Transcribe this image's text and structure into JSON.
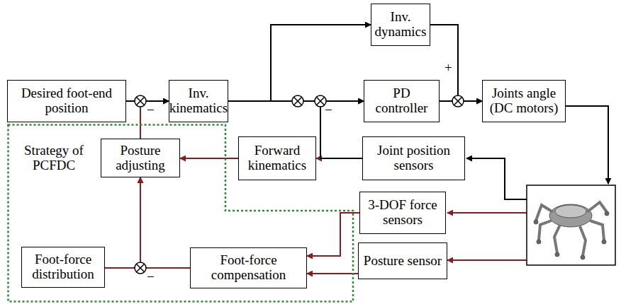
{
  "diagram": {
    "nodes": [
      {
        "text": [
          "Inv. dynamics"
        ]
      },
      {
        "text": [
          "Desired foot-end position"
        ]
      },
      {
        "text": [
          "Inv. kinematics"
        ]
      },
      {
        "text": [
          "PD controller"
        ]
      },
      {
        "text": [
          "Joints angle (DC motors)"
        ]
      },
      {
        "text": [
          "Strategy of PCFDC"
        ]
      },
      {
        "text": [
          "Posture adjusting"
        ],
        "in": 5
      },
      {
        "text": [
          "Forward kinematics"
        ]
      },
      {
        "text": [
          "Joint position sensors"
        ]
      },
      {
        "text": [
          "3-DOF force sensors"
        ]
      },
      {
        "text": [
          "Foot-force distribution"
        ],
        "in": 5
      },
      {
        "text": [
          "Foot-force compensation"
        ],
        "in": 5
      },
      {
        "text": [
          "Posture sensor"
        ]
      }
    ],
    "edges": [
      {
        "from": 1,
        "to": 2,
        "arrow": "to"
      },
      {
        "from": 6,
        "to": 2,
        "arrow": "to"
      },
      {
        "from": 2,
        "to": 3,
        "arrow": "to"
      },
      {
        "from": 2,
        "to": 0,
        "arrow": "to"
      },
      {
        "from": 0,
        "to": 4,
        "arrow": "to"
      },
      {
        "from": 3,
        "to": 4,
        "arrow": "to"
      },
      {
        "from": 8,
        "to": 3,
        "arrow": "to"
      },
      {
        "from": 8,
        "to": 7,
        "arrow": "to"
      },
      {
        "from": 7,
        "to": 6,
        "arrow": "to"
      },
      {
        "from": 10,
        "to": 6,
        "arrow": "to"
      },
      {
        "from": 11,
        "to": 6,
        "arrow": "to"
      },
      {
        "from": 9,
        "to": 11,
        "arrow": "to"
      },
      {
        "from": 12,
        "to": 11,
        "arrow": "to"
      }
    ],
    "labels": [
      "−",
      "−",
      "+",
      "−"
    ]
  }
}
